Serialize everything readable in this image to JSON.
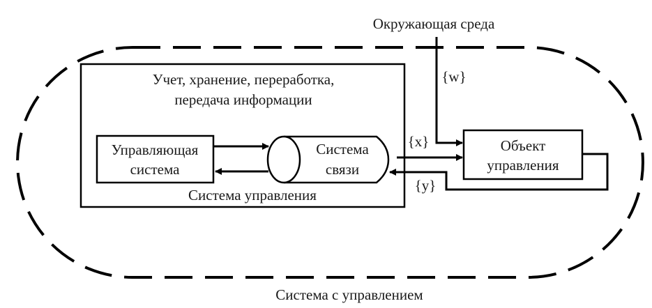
{
  "diagram": {
    "environment_label": "Окружающая среда",
    "outer_system_label": "Система с управлением",
    "control_system": {
      "title_line1": "Учет, хранение, переработка,",
      "title_line2": "передача информации",
      "caption": "Система управления"
    },
    "controller": {
      "line1": "Управляющая",
      "line2": "система"
    },
    "channel": {
      "line1": "Система",
      "line2": "связи"
    },
    "plant": {
      "line1": "Объект",
      "line2": "управления"
    },
    "signals": {
      "w": "{w}",
      "x": "{x}",
      "y": "{y}"
    }
  }
}
